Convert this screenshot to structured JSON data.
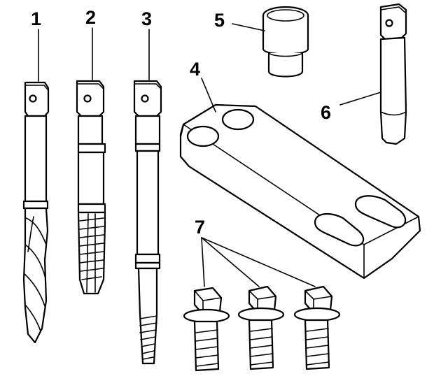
{
  "callouts": [
    "1",
    "2",
    "3",
    "4",
    "5",
    "6",
    "7"
  ]
}
